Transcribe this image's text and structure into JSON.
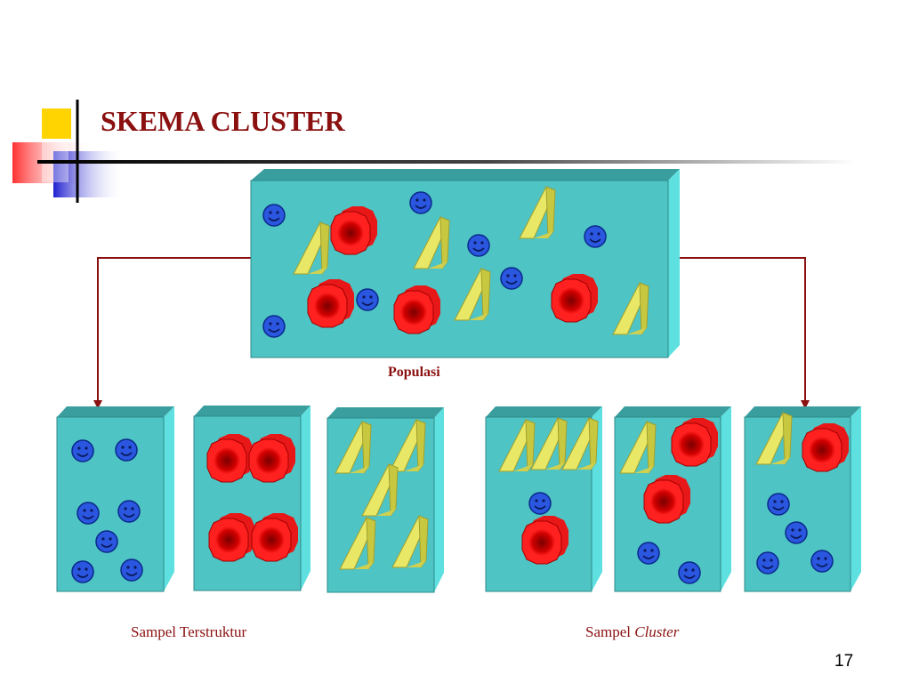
{
  "slide": {
    "title": "SKEMA CLUSTER",
    "population_label": "Populasi",
    "stratified_label": "Sampel Terstruktur",
    "cluster_label_prefix": "Sampel",
    "cluster_label_italic": "Cluster",
    "page_number": "17"
  },
  "colors": {
    "title": "#8b1010",
    "box_front": "#4fc4c4",
    "box_top": "#3a9e9e",
    "box_side": "#5ee0e0",
    "smiley": "#2a56e0",
    "octagon": "#e01010",
    "prism": "#e0e05a",
    "connector": "#8b1010"
  },
  "icons": [
    "smiley-icon",
    "red-octagon-icon",
    "yellow-prism-icon"
  ]
}
